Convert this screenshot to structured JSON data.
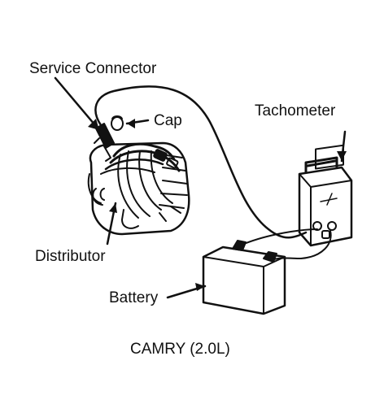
{
  "labels": {
    "service_connector": "Service Connector",
    "cap": "Cap",
    "tachometer": "Tachometer",
    "distributor": "Distributor",
    "battery": "Battery"
  },
  "caption": "CAMRY (2.0L)",
  "colors": {
    "ink": "#111111",
    "background": "#ffffff"
  }
}
